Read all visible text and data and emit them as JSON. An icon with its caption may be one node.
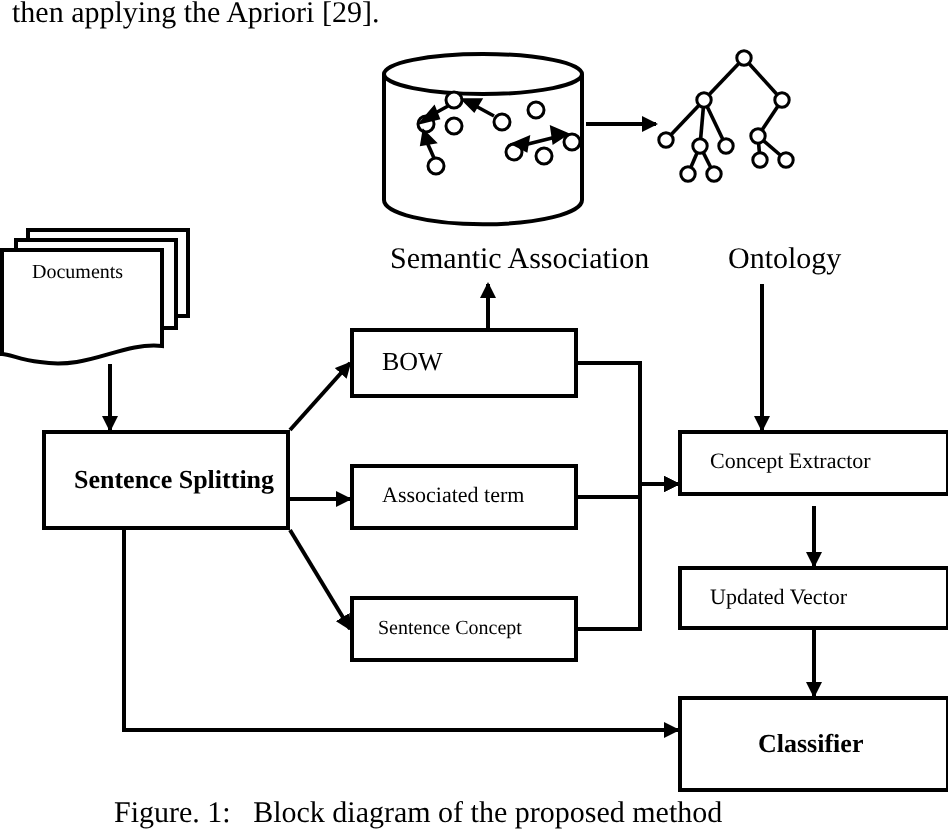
{
  "diagram": {
    "caption": "Figure. 1:   Block diagram of the proposed method",
    "nodes": [
      {
        "text": [
          "Documents"
        ]
      },
      {
        "text": [],
        "shape": "cylinder",
        "beside": [
          "Semantic Association"
        ]
      },
      {
        "text": [],
        "shape": "picture",
        "beside": [
          "Ontology"
        ]
      },
      {
        "text": [
          "Sentence Splitting"
        ]
      },
      {
        "text": [
          "BOW"
        ]
      },
      {
        "text": [
          "Associated term"
        ]
      },
      {
        "text": [
          "Sentence Concept"
        ]
      },
      {
        "text": [
          "Concept Extractor"
        ]
      },
      {
        "text": [
          "Updated Vector"
        ]
      },
      {
        "text": [
          "Classifier"
        ]
      }
    ],
    "edges": [
      {
        "from": 0,
        "to": 3,
        "arrow": "to"
      },
      {
        "from": 3,
        "to": 4,
        "arrow": "to"
      },
      {
        "from": 3,
        "to": 5,
        "arrow": "to"
      },
      {
        "from": 3,
        "to": 6,
        "arrow": "to"
      },
      {
        "from": 3,
        "to": 9,
        "arrow": "to"
      },
      {
        "from": 4,
        "to": 1,
        "arrow": "to"
      },
      {
        "from": 1,
        "to": 2,
        "arrow": "to"
      },
      {
        "from": 2,
        "to": 7,
        "arrow": "to"
      },
      {
        "from": 4,
        "to": 7,
        "arrow": "to"
      },
      {
        "from": 5,
        "to": 7,
        "arrow": "to"
      },
      {
        "from": 6,
        "to": 7,
        "arrow": "to"
      },
      {
        "from": 7,
        "to": 8,
        "arrow": "to"
      },
      {
        "from": 8,
        "to": 9,
        "arrow": "to"
      }
    ],
    "labels": [
      "then applying the Apriori [29]."
    ]
  }
}
